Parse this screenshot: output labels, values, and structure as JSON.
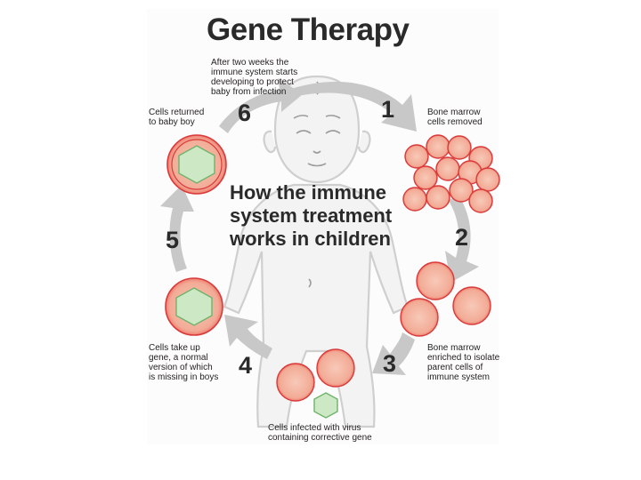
{
  "title": "Gene Therapy",
  "center_text": [
    "How the immune",
    "system treatment",
    "works in children"
  ],
  "steps": [
    {
      "number": "1",
      "caption": [
        "Bone marrow",
        "cells removed"
      ]
    },
    {
      "number": "2",
      "caption": []
    },
    {
      "number": "3",
      "caption": [
        "Bone marrow",
        "enriched to isolate",
        "parent cells of",
        "immune system"
      ]
    },
    {
      "number": "4",
      "caption": [
        "Cells infected with virus",
        "containing corrective gene"
      ]
    },
    {
      "number": "5",
      "caption": [
        "Cells take up",
        "gene, a normal",
        "version of which",
        "is missing in boys"
      ]
    },
    {
      "number": "6",
      "caption": [
        "Cells returned",
        "to baby boy"
      ]
    }
  ],
  "top_caption": [
    "After two weeks the",
    "immune system starts",
    "developing to protect",
    "baby from infection"
  ],
  "colors": {
    "cell_fill": "#f4b8a6",
    "cell_stroke": "#d93a3a",
    "gene_fill": "#cde8c4",
    "gene_stroke": "#6db36a",
    "arrow": "#c8c8c8",
    "outline": "#cfcfcf"
  }
}
